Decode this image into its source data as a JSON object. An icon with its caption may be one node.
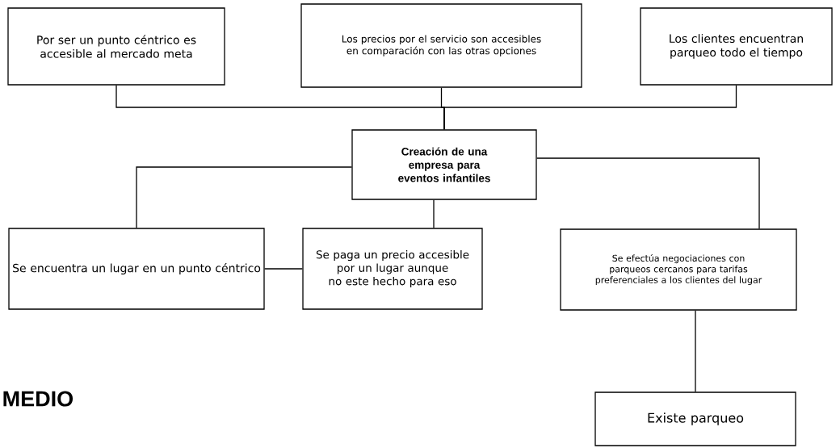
{
  "diagram": {
    "nodes": [
      {
        "text": [
          "Por ser un punto céntrico es accesible al mercado meta"
        ]
      },
      {
        "text": [
          "Los precios por el servicio son accesibles en comparación con las otras opciones"
        ]
      },
      {
        "text": [
          "Los clientes encuentran parqueo todo el tiempo"
        ]
      },
      {
        "text": [
          "Creación de una empresa para eventos infantiles"
        ]
      },
      {
        "text": [
          "Se encuentra un lugar en un punto céntrico"
        ]
      },
      {
        "text": [
          "Se paga un precio accesible por un lugar aunque no este hecho para eso"
        ]
      },
      {
        "text": [
          "Se efectúa negociaciones con parqueos cercanos para tarifas preferenciales a los clientes del lugar"
        ]
      },
      {
        "text": [
          "Existe parqueo"
        ]
      }
    ],
    "edges": [
      {
        "from": 0,
        "to": 3,
        "arrow": "none"
      },
      {
        "from": 1,
        "to": 3,
        "arrow": "none"
      },
      {
        "from": 2,
        "to": 3,
        "arrow": "none"
      },
      {
        "from": 3,
        "to": 4,
        "arrow": "none"
      },
      {
        "from": 3,
        "to": 5,
        "arrow": "none"
      },
      {
        "from": 3,
        "to": 6,
        "arrow": "none"
      },
      {
        "from": 4,
        "to": 5,
        "arrow": "none"
      },
      {
        "from": 6,
        "to": 7,
        "arrow": "none"
      }
    ],
    "labels": [
      "MEDIO"
    ]
  }
}
